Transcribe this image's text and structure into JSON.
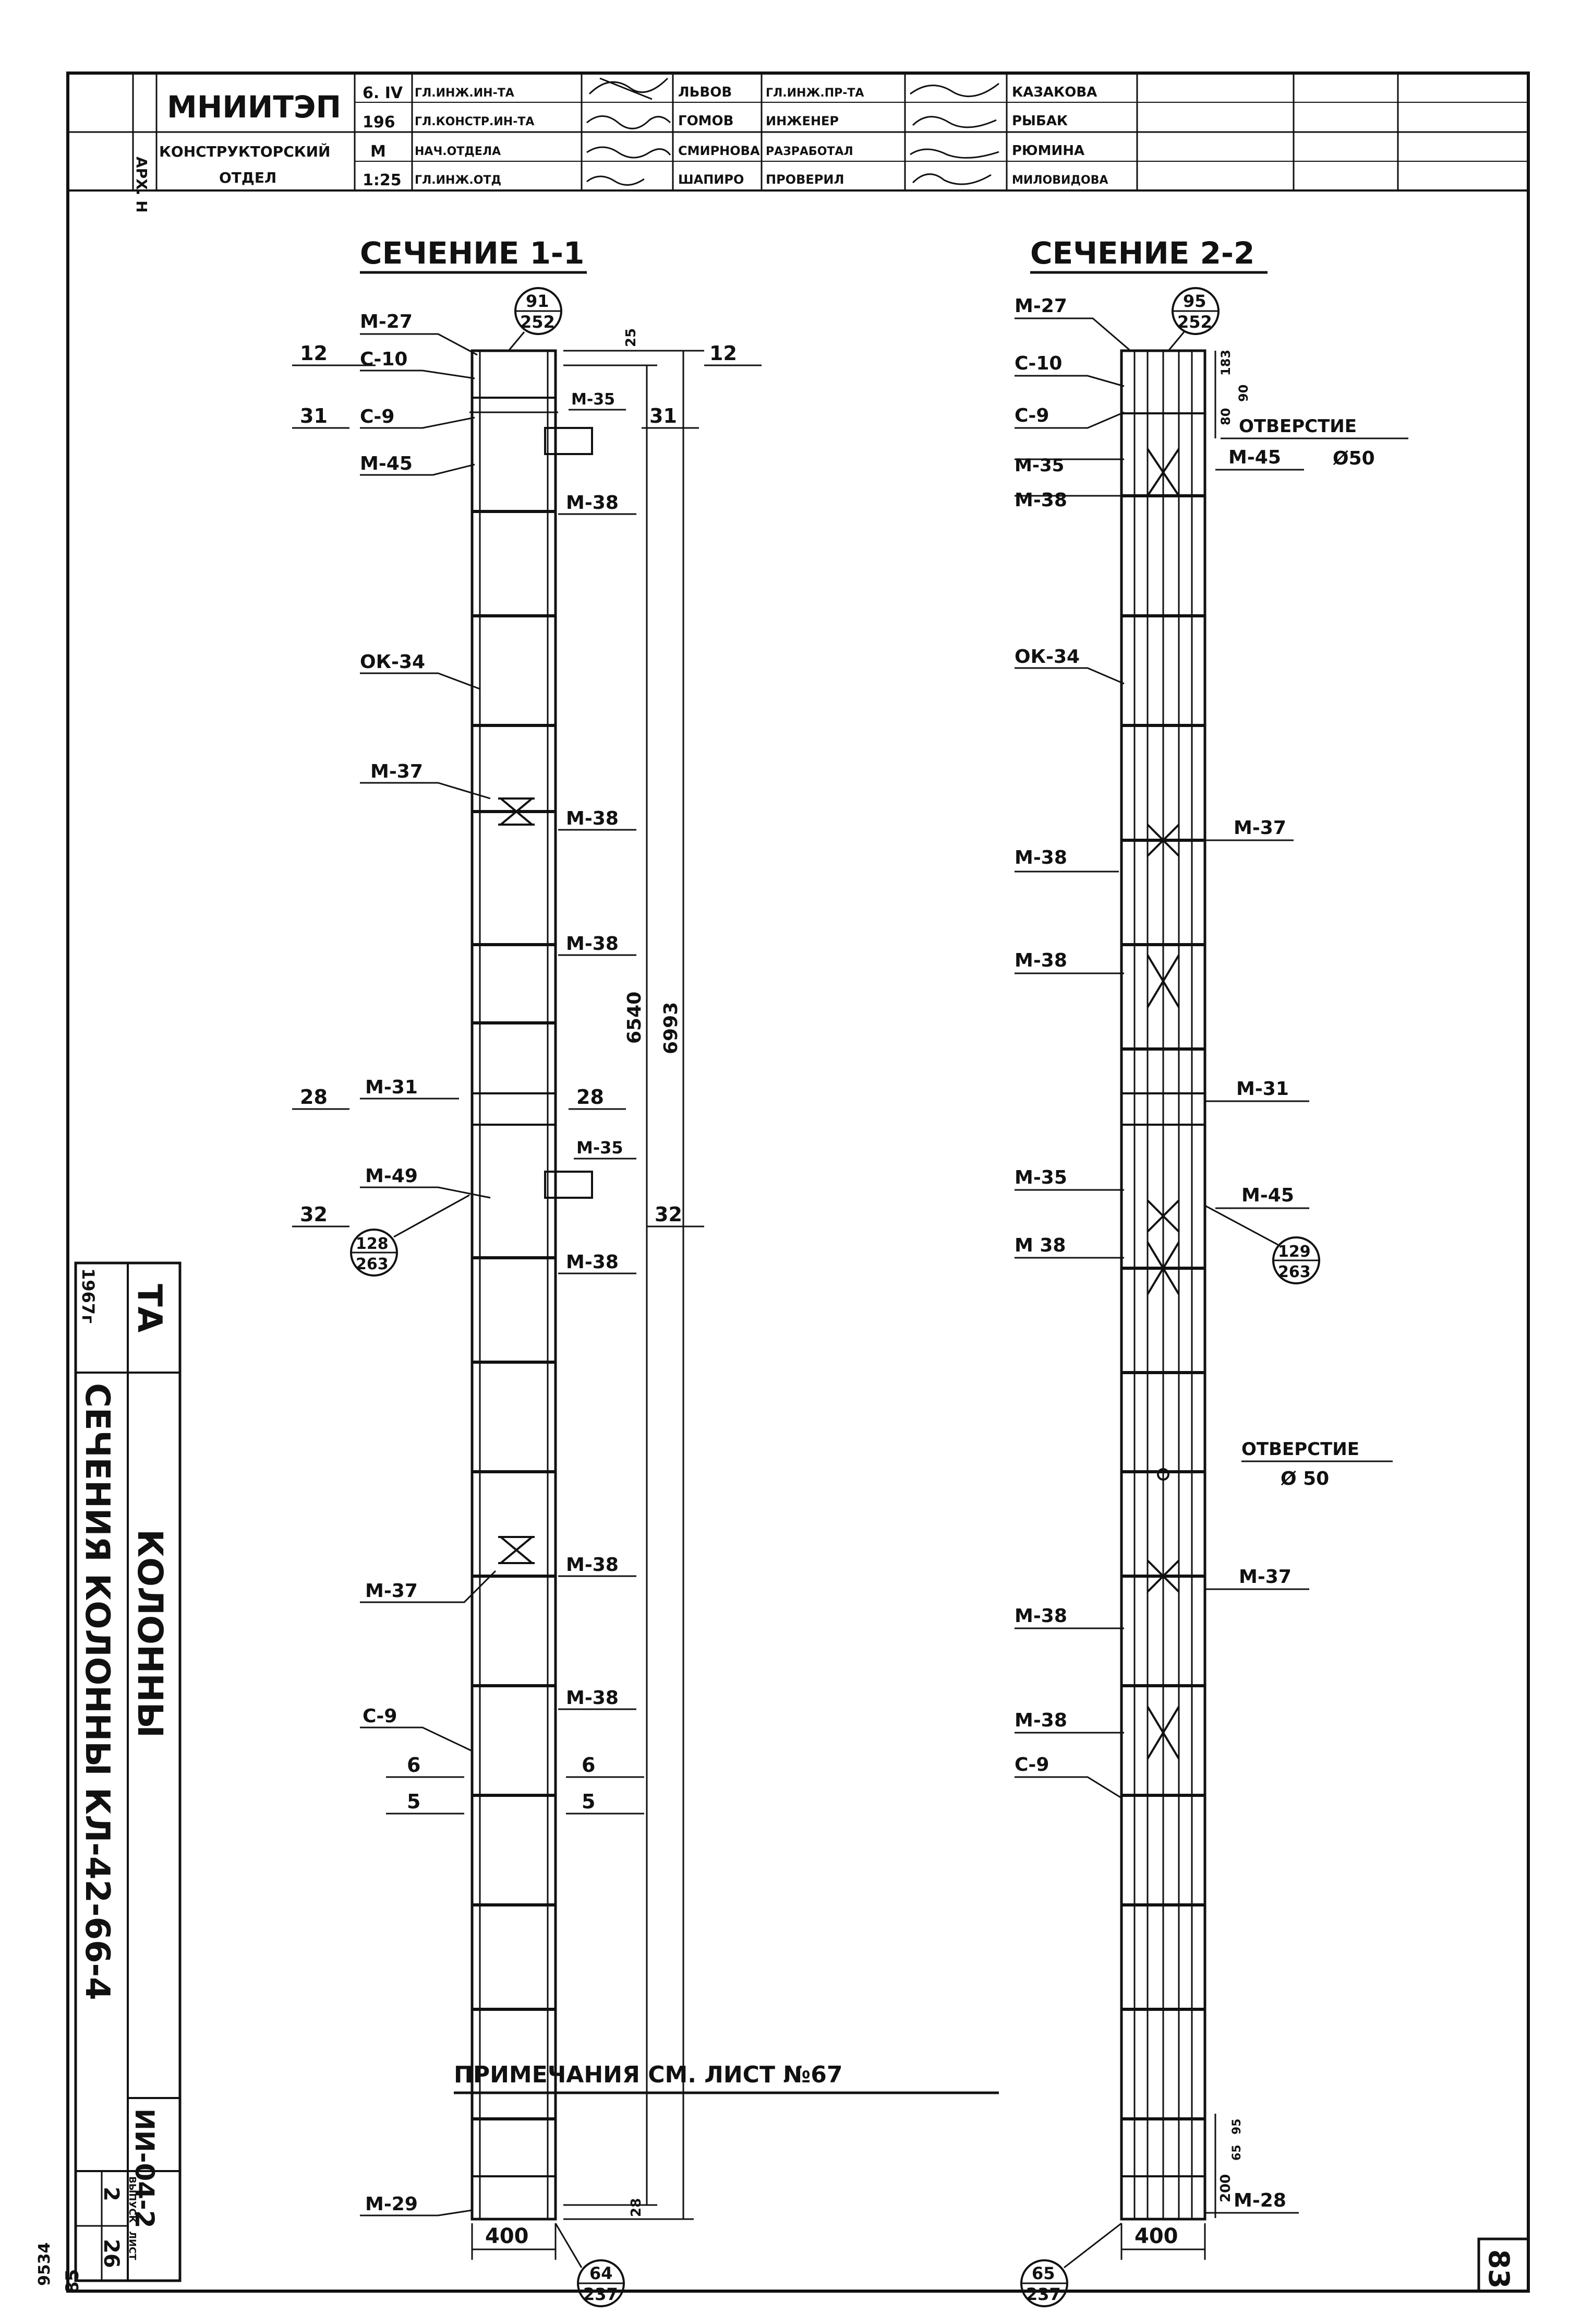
{
  "title_block": {
    "org": "МНИИТЭП",
    "dept_line1": "КОНСТРУКТОРСКИЙ",
    "dept_line2": "ОТДЕЛ",
    "arch": "АРХ. Н",
    "date1": "6. IV",
    "date2": "196",
    "scale_label": "М",
    "scale_value": "1:25",
    "roles": [
      {
        "role": "ГЛ.ИНЖ.ИН-ТА",
        "name": "ЛЬВОВ"
      },
      {
        "role": "ГЛ.КОНСТР.ИН-ТА",
        "name": "ГОМОВ"
      },
      {
        "role": "НАЧ.ОТДЕЛА",
        "name": "СМИРНОВА"
      },
      {
        "role": "ГЛ.ИНЖ.ОТД",
        "name": "ШАПИРО"
      }
    ],
    "roles2": [
      {
        "role": "ГЛ.ИНЖ.ПР-ТА",
        "name": "КАЗАКОВА"
      },
      {
        "role": "ИНЖЕНЕР",
        "name": "РЫБАК"
      },
      {
        "role": "РАЗРАБОТАЛ",
        "name": "РЮМИНА"
      },
      {
        "role": "ПРОВЕРИЛ",
        "name": "МИЛОВИДОВА"
      }
    ]
  },
  "section1": {
    "title": "СЕЧЕНИЕ 1-1",
    "top_circle_top": "91",
    "top_circle_bottom": "252",
    "bottom_circle_top": "64",
    "bottom_circle_bottom": "237",
    "mid_circle_top": "128",
    "mid_circle_bottom": "263",
    "width_dim": "400",
    "dim_total": "6993",
    "dim_inner": "6540",
    "dim_top": "25",
    "dim_bottom": "28",
    "labels": {
      "m27": "М-27",
      "c10": "С-10",
      "c9_top": "С-9",
      "m35_top": "М-35",
      "m45": "М-45",
      "m38_1": "М-38",
      "ok34": "ОК-34",
      "m37_1": "М-37",
      "m38_2": "М-38",
      "m38_3": "М-38",
      "m31": "М-31",
      "m35_mid": "М-35",
      "m49": "М-49",
      "m38_4": "М-38",
      "m37_2": "М-37",
      "m38_5": "М-38",
      "m38_6": "М-38",
      "c9_bot": "С-9",
      "m29": "М-29"
    },
    "cuts": {
      "c12": "12",
      "c31": "31",
      "c28": "28",
      "c32": "32",
      "c6": "6",
      "c5": "5"
    }
  },
  "section2": {
    "title": "СЕЧЕНИЕ 2-2",
    "top_circle_top": "95",
    "top_circle_bottom": "252",
    "bottom_circle_top": "65",
    "bottom_circle_bottom": "237",
    "mid_circle_top": "129",
    "mid_circle_bottom": "263",
    "width_dim": "400",
    "dims": [
      "183",
      "90",
      "80",
      "200",
      "95",
      "65"
    ],
    "hole_label": "ОТВЕРСТИЕ",
    "hole_dia_top": "Ø50",
    "hole_dia_mid": "Ø 50",
    "labels": {
      "m27": "М-27",
      "c10": "С-10",
      "c9_top": "С-9",
      "m35_top": "М-35",
      "m45_top": "М-45",
      "m38_1": "М-38",
      "ok34": "ОК-34",
      "m37_1": "М-37",
      "m38_2": "М-38",
      "m38_3": "М-38",
      "m31": "М-31",
      "m35_mid": "М-35",
      "m45_mid": "М-45",
      "m38_4": "М 38",
      "m37_2": "М-37",
      "m38_5": "М-38",
      "m38_6": "М-38",
      "c9_bot": "С-9",
      "m28": "М-28"
    }
  },
  "note": "ПРИМЕЧАНИЯ СМ. ЛИСТ №67",
  "side_stamp": {
    "ta": "ТА",
    "year": "1967г",
    "series": "ИИ-04-2",
    "issue_label": "ВЫПУСК",
    "sheet_label": "ЛИСТ",
    "issue": "2",
    "sheet": "26",
    "subject": "КОЛОННЫ",
    "description": "СЕЧЕНИЯ КОЛОННЫ КЛ-42-66-4",
    "archive": "9534",
    "archive2": "85"
  },
  "page_number": "83"
}
